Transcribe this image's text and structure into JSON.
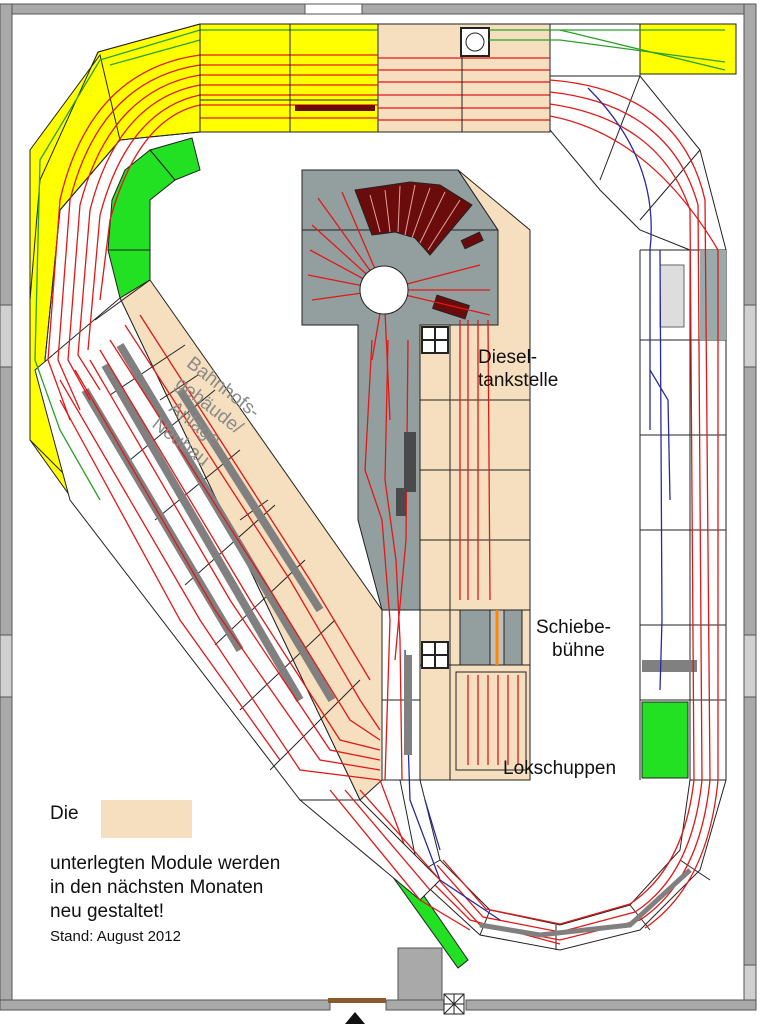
{
  "labels": {
    "diesel_line1": "Diesel-",
    "diesel_line2": "tankstelle",
    "schiebe_line1": "Schiebe-",
    "schiebe_line2": "bühne",
    "lokschuppen": "Lokschuppen",
    "bahnhof_line1": "Bahnhofs-",
    "bahnhof_line2": "gebäude/",
    "bahnhof_line3": "Anlage",
    "bahnhof_line4": "Neubau"
  },
  "legend": {
    "die": "Die",
    "note_line1": "unterlegten Module werden",
    "note_line2": "in den nächsten Monaten",
    "note_line3": "neu gestaltet!",
    "stand": "Stand: August 2012"
  },
  "colors": {
    "track_red": "#e01818",
    "track_blue": "#2a2aa0",
    "track_green": "#2aa02a",
    "module_beige": "#f5dfbe",
    "module_yellow": "#ffff00",
    "module_green": "#22e022",
    "depot_grey": "#939f9f",
    "shed_darkred": "#6b0c0c",
    "platform_grey": "#808080",
    "wall_grey": "#a9a9a9"
  }
}
